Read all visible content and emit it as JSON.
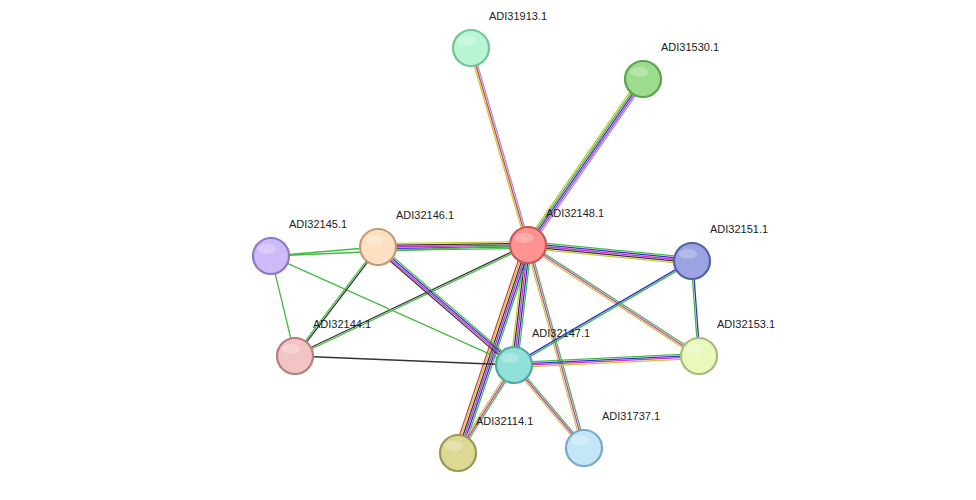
{
  "diagram": {
    "nodes": [
      {
        "text": [
          "ADI31913.1"
        ]
      },
      {
        "text": [
          "ADI31530.1"
        ]
      },
      {
        "text": [
          "ADI32145.1"
        ]
      },
      {
        "text": [
          "ADI32146.1"
        ]
      },
      {
        "text": [
          "ADI32148.1"
        ]
      },
      {
        "text": [
          "ADI32151.1"
        ]
      },
      {
        "text": [
          "ADI32144.1"
        ]
      },
      {
        "text": [
          "ADI32147.1"
        ]
      },
      {
        "text": [
          "ADI32153.1"
        ]
      },
      {
        "text": [
          "ADI32114.1"
        ]
      },
      {
        "text": [
          "ADI31737.1"
        ]
      }
    ],
    "edges": [
      {
        "from": 4,
        "to": 0,
        "arrow": "none"
      },
      {
        "from": 4,
        "to": 1,
        "arrow": "none"
      },
      {
        "from": 4,
        "to": 3,
        "arrow": "none"
      },
      {
        "from": 4,
        "to": 5,
        "arrow": "none"
      },
      {
        "from": 4,
        "to": 7,
        "arrow": "none"
      },
      {
        "from": 4,
        "to": 8,
        "arrow": "none"
      },
      {
        "from": 4,
        "to": 9,
        "arrow": "none"
      },
      {
        "from": 4,
        "to": 10,
        "arrow": "none"
      },
      {
        "from": 4,
        "to": 6,
        "arrow": "none"
      },
      {
        "from": 4,
        "to": 2,
        "arrow": "none"
      },
      {
        "from": 2,
        "to": 3,
        "arrow": "none"
      },
      {
        "from": 2,
        "to": 6,
        "arrow": "none"
      },
      {
        "from": 2,
        "to": 7,
        "arrow": "none"
      },
      {
        "from": 3,
        "to": 6,
        "arrow": "none"
      },
      {
        "from": 3,
        "to": 7,
        "arrow": "none"
      },
      {
        "from": 6,
        "to": 7,
        "arrow": "none"
      },
      {
        "from": 5,
        "to": 7,
        "arrow": "none"
      },
      {
        "from": 5,
        "to": 8,
        "arrow": "none"
      },
      {
        "from": 7,
        "to": 8,
        "arrow": "none"
      },
      {
        "from": 7,
        "to": 9,
        "arrow": "none"
      },
      {
        "from": 7,
        "to": 10,
        "arrow": "none"
      }
    ]
  }
}
